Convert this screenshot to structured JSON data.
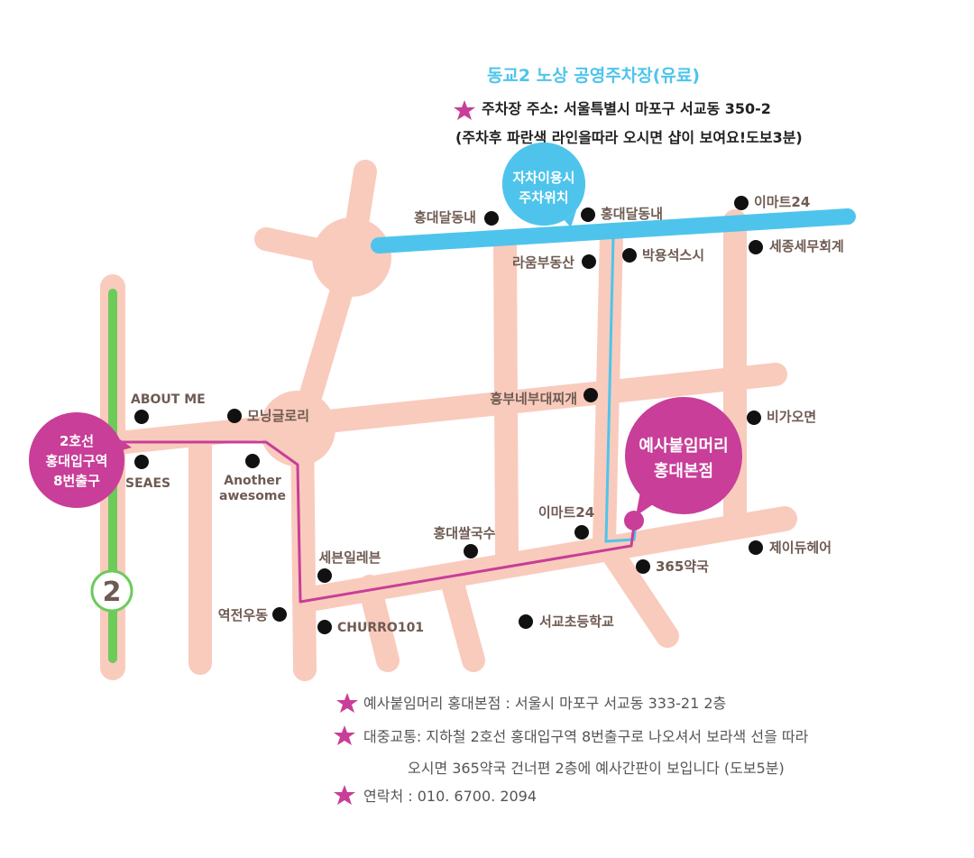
{
  "header": {
    "title": "동교2 노상 공영주차장(유료)",
    "address": "주차장 주소: 서울특별시 마포구 서교동 350-2",
    "note": "(주차후 파란색 라인을따라 오시면 샵이 보여요!도보3분)"
  },
  "bubbles": {
    "parking": [
      "자차이용시",
      "주차위치"
    ],
    "station": [
      "2호선",
      "홍대입구역",
      "8번출구"
    ],
    "shop": [
      "예사붙임머리",
      "홍대본점"
    ],
    "line_number": "2"
  },
  "landmarks": {
    "hongdae_dalong_left": "홍대달동내",
    "hongdae_dalong_right": "홍대달동내",
    "emart24_top": "이마트24",
    "sejong_tax": "세종세무회계",
    "raum_realty": "라움부동산",
    "park_sushi": "박용석스시",
    "heungbu_stew": "흥부네부대찌개",
    "bigaomyeon": "비가오면",
    "about_me": "ABOUT ME",
    "morning_glory": "모닝글로리",
    "seaes": "SEAES",
    "another_awesome_1": "Another",
    "another_awesome_2": "awesome",
    "emart24_bottom": "이마트24",
    "hongdae_rice_noodle": "홍대쌀국수",
    "seven_eleven": "세븐일레븐",
    "jay_dew_hair": "제이듀헤어",
    "pharmacy_365": "365약국",
    "yeokjeon_udon": "역전우동",
    "churro101": "CHURRO101",
    "seogyo_elementary": "서교초등학교"
  },
  "footer": {
    "line1": "예사붙임머리 홍대본점 : 서울시 마포구 서교동 333-21 2층",
    "line2": "대중교통: 지하철 2호선 홍대입구역 8번출구로 나오셔서 보라색 선을 따라",
    "line3": "오시면 365약국 건너편 2층에 예사간판이 보입니다 (도보5분)",
    "line4": "연락처 : 010. 6700. 2094"
  },
  "colors": {
    "road": "#f9cbbd",
    "parking_route": "#4ec4ec",
    "walking_route": "#c83e98",
    "subway_line": "#6dcb5a",
    "marker": "#111111",
    "star": "#c83e98",
    "label": "#6e5b52"
  }
}
